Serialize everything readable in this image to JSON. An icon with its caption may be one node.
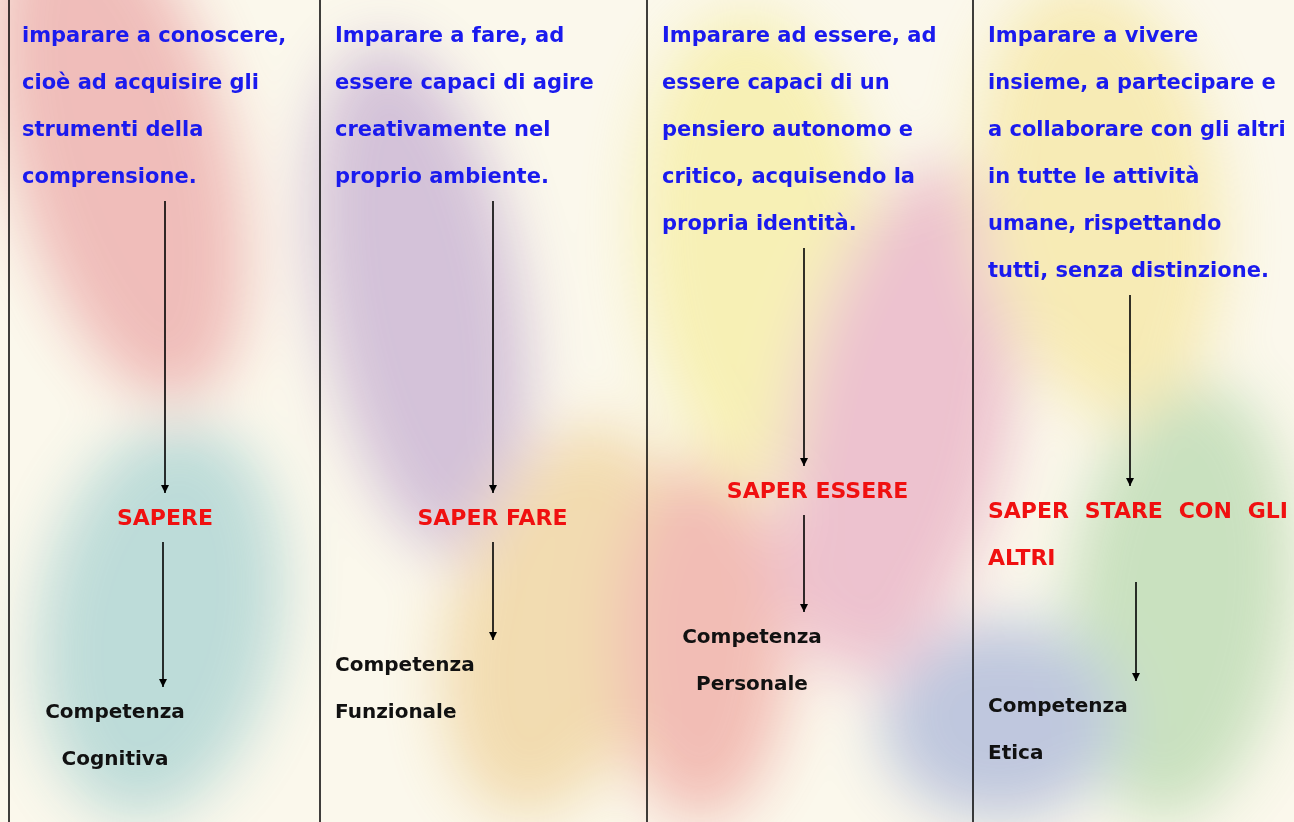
{
  "diagram": {
    "nodes": [
      {
        "text": [
          "imparare a conoscere, cioè ad acquisire gli strumenti della comprensione."
        ]
      },
      {
        "text": [
          "SAPERE"
        ]
      },
      {
        "text": [
          "Competenza Cognitiva"
        ]
      },
      {
        "text": [
          "Imparare a fare, ad essere capaci di agire creativamente nel proprio ambiente."
        ]
      },
      {
        "text": [
          "SAPER FARE"
        ]
      },
      {
        "text": [
          "Competenza Funzionale"
        ]
      },
      {
        "text": [
          "Imparare ad essere, ad essere capaci di un pensiero autonomo e critico, acquisendo la propria identità."
        ]
      },
      {
        "text": [
          "SAPER ESSERE"
        ]
      },
      {
        "text": [
          "Competenza Personale"
        ]
      },
      {
        "text": [
          "Imparare a vivere insieme, a partecipare e a collaborare con gli altri in tutte le attività umane, rispettando tutti, senza distinzione."
        ]
      },
      {
        "text": [
          "SAPER STARE CON GLI ALTRI"
        ]
      },
      {
        "text": [
          "Competenza Etica"
        ]
      }
    ],
    "edges": [
      {
        "from": 0,
        "to": 1,
        "arrow": "to"
      },
      {
        "from": 1,
        "to": 2,
        "arrow": "to"
      },
      {
        "from": 3,
        "to": 4,
        "arrow": "to"
      },
      {
        "from": 4,
        "to": 5,
        "arrow": "to"
      },
      {
        "from": 6,
        "to": 7,
        "arrow": "to"
      },
      {
        "from": 7,
        "to": 8,
        "arrow": "to"
      },
      {
        "from": 9,
        "to": 10,
        "arrow": "to"
      },
      {
        "from": 10,
        "to": 11,
        "arrow": "to"
      }
    ]
  }
}
